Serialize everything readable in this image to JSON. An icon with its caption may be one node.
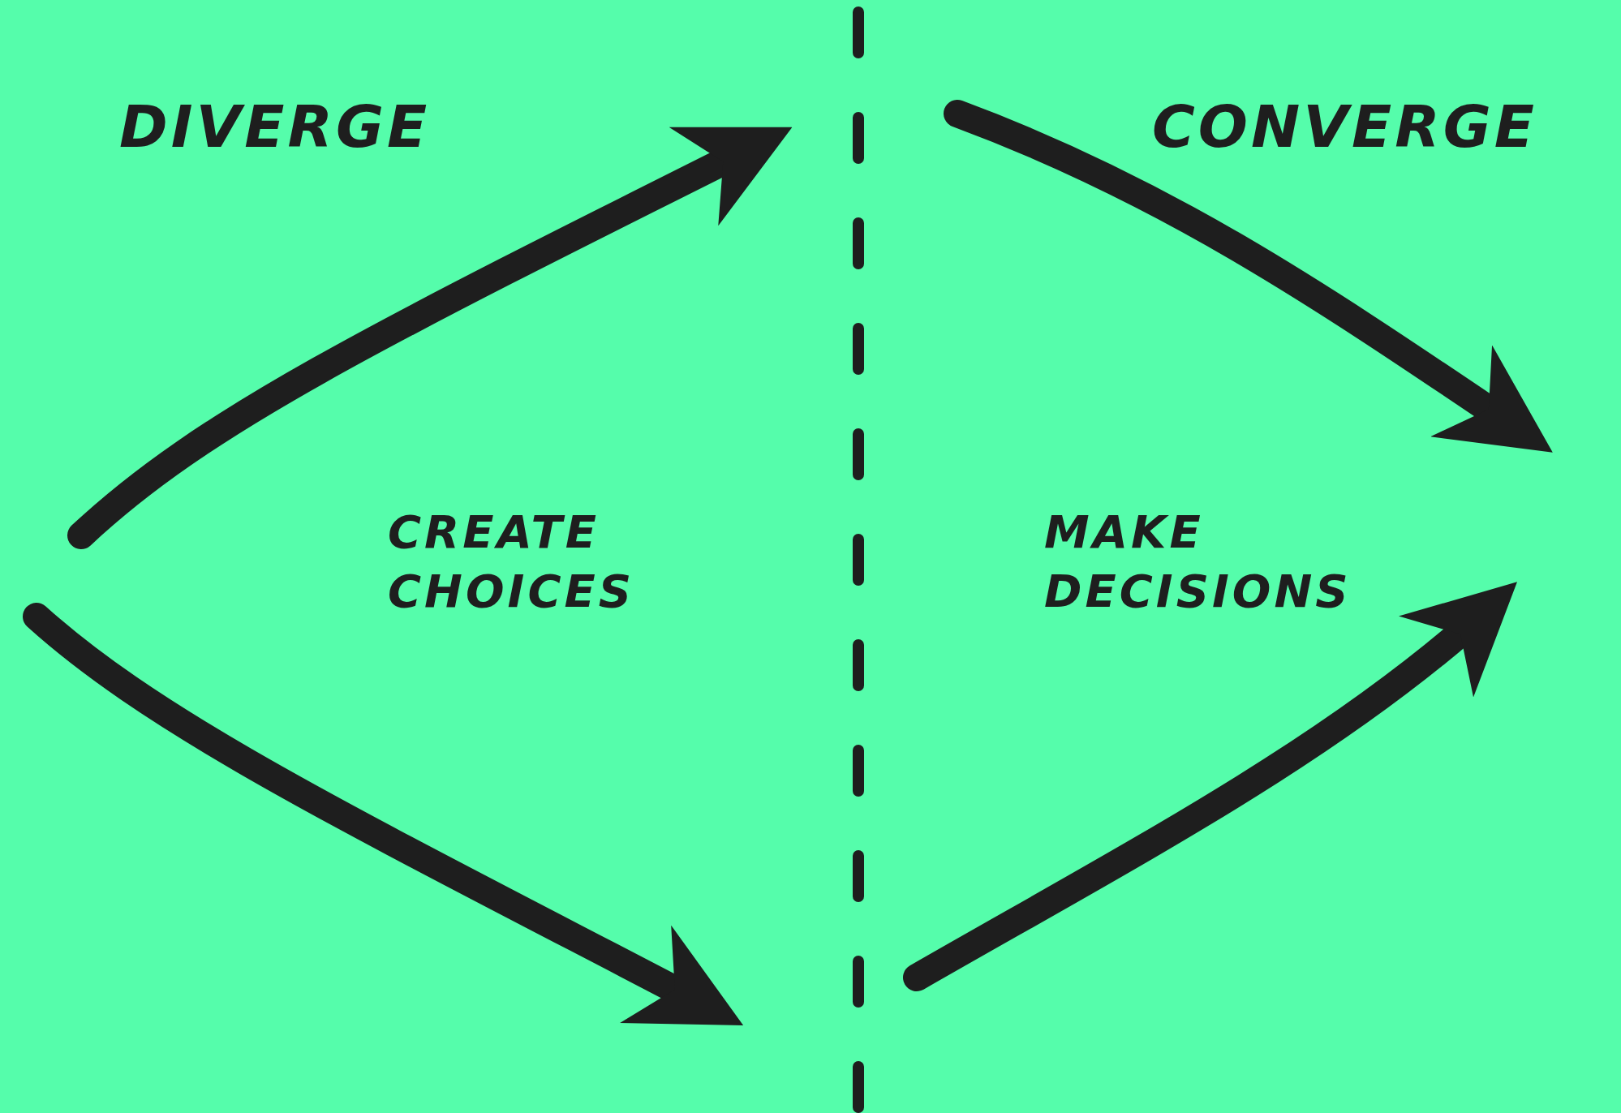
{
  "diagram": {
    "labels": [
      "DIVERGE",
      "CONVERGE",
      "CREATE CHOICES",
      "MAKE DECISIONS"
    ]
  }
}
